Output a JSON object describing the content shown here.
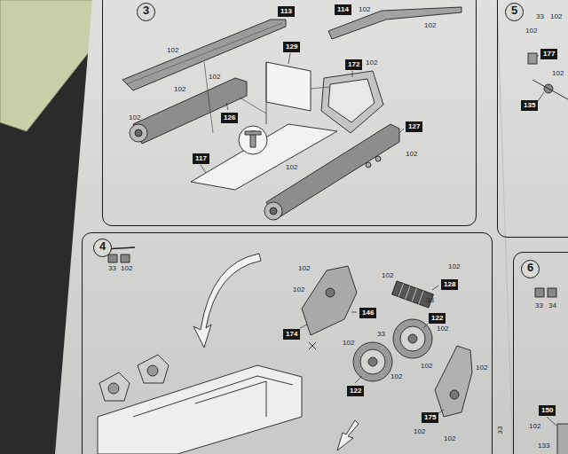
{
  "diagram": {
    "nodes": [
      {
        "text": [
          "3"
        ]
      },
      {
        "text": [
          "114"
        ],
        "in": 0
      },
      {
        "text": [
          "113"
        ],
        "in": 0
      },
      {
        "text": [
          "129"
        ],
        "in": 0
      },
      {
        "text": [
          "172"
        ],
        "in": 0
      },
      {
        "text": [
          "126"
        ],
        "in": 0
      },
      {
        "text": [
          "127"
        ],
        "in": 0
      },
      {
        "text": [
          "117"
        ],
        "in": 0
      },
      {
        "text": [
          "5"
        ]
      },
      {
        "text": [
          "177"
        ],
        "in": 8
      },
      {
        "text": [
          "135"
        ],
        "in": 8
      },
      {
        "text": [
          "4"
        ]
      },
      {
        "text": [
          "128"
        ],
        "in": 11
      },
      {
        "text": [
          "122"
        ],
        "in": 11
      },
      {
        "text": [
          "146"
        ],
        "in": 11
      },
      {
        "text": [
          "174"
        ],
        "in": 11
      },
      {
        "text": [
          "122"
        ],
        "in": 11
      },
      {
        "text": [
          "175"
        ],
        "in": 11
      },
      {
        "text": [
          "6"
        ]
      },
      {
        "text": [
          "150"
        ],
        "in": 18
      }
    ],
    "labels": [
      "102",
      "102",
      "102",
      "102",
      "102",
      "102",
      "102",
      "102",
      "102",
      "33",
      "102",
      "102",
      "102",
      "102",
      "102",
      "33",
      "102",
      "33",
      "102",
      "102",
      "102",
      "102",
      "102",
      "102",
      "33",
      "102",
      "102",
      "102",
      "33",
      "34",
      "102",
      "133",
      "33"
    ]
  }
}
